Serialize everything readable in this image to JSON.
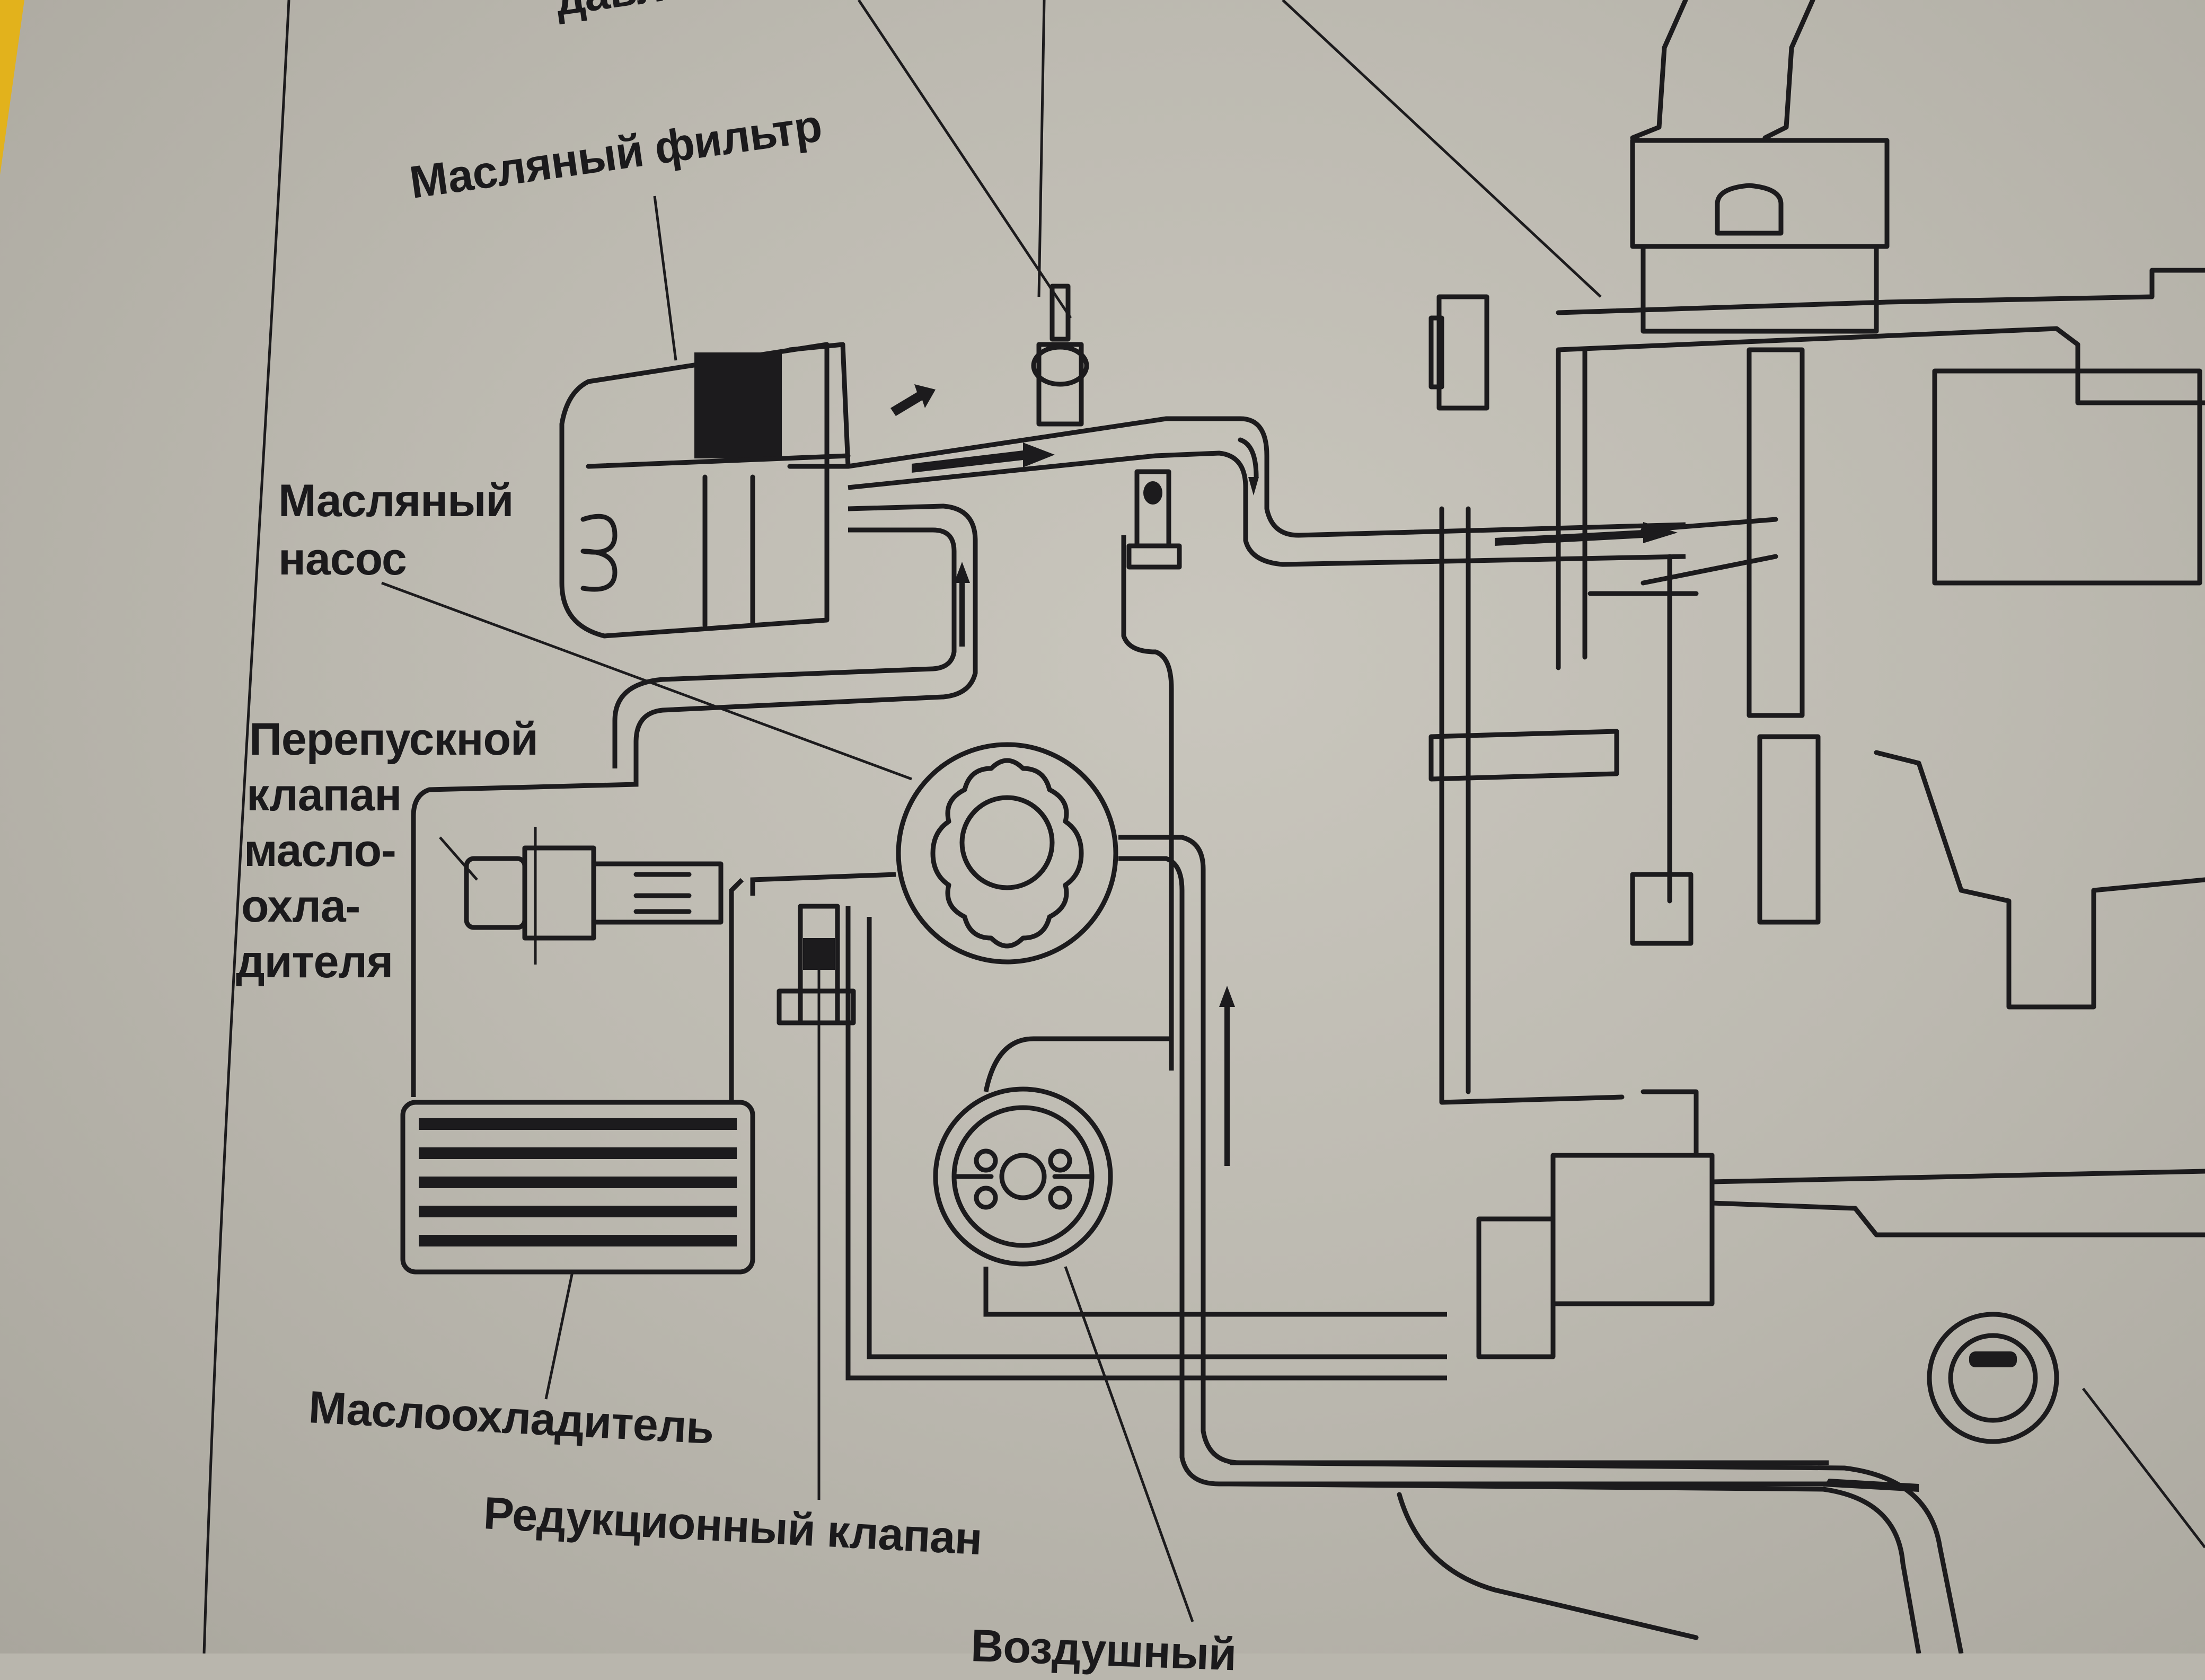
{
  "diagram": {
    "title": "Engine lubrication system",
    "labels": {
      "pressure_partial": "давл",
      "oil_filter": "Масляный фильтр",
      "oil_pump_line1": "Масляный",
      "oil_pump_line2": "насос",
      "bypass_line1": "Перепускной",
      "bypass_line2": "клапан",
      "bypass_line3": "масло-",
      "bypass_line4": "охла-",
      "bypass_line5": "дителя",
      "oil_cooler": "Маслоохладитель",
      "relief_valve": "Редукционный клапан",
      "strainer_partial": "Воздушный"
    },
    "components": [
      {
        "id": "oil-filter",
        "name": "Масляный фильтр"
      },
      {
        "id": "oil-pump",
        "name": "Масляный насос"
      },
      {
        "id": "oil-cooler-bypass-valve",
        "name": "Перепускной клапан маслоохладителя"
      },
      {
        "id": "oil-cooler",
        "name": "Маслоохладитель"
      },
      {
        "id": "relief-valve",
        "name": "Редукционный клапан"
      },
      {
        "id": "oil-pressure-sender",
        "name": "давл…"
      },
      {
        "id": "oil-strainer",
        "name": "Воздушный…"
      },
      {
        "id": "engine-block",
        "name": ""
      }
    ],
    "colors": {
      "ink": "#1c1b1d",
      "paper": "#c3c0b7",
      "book_edge": "#e2b21c"
    }
  }
}
